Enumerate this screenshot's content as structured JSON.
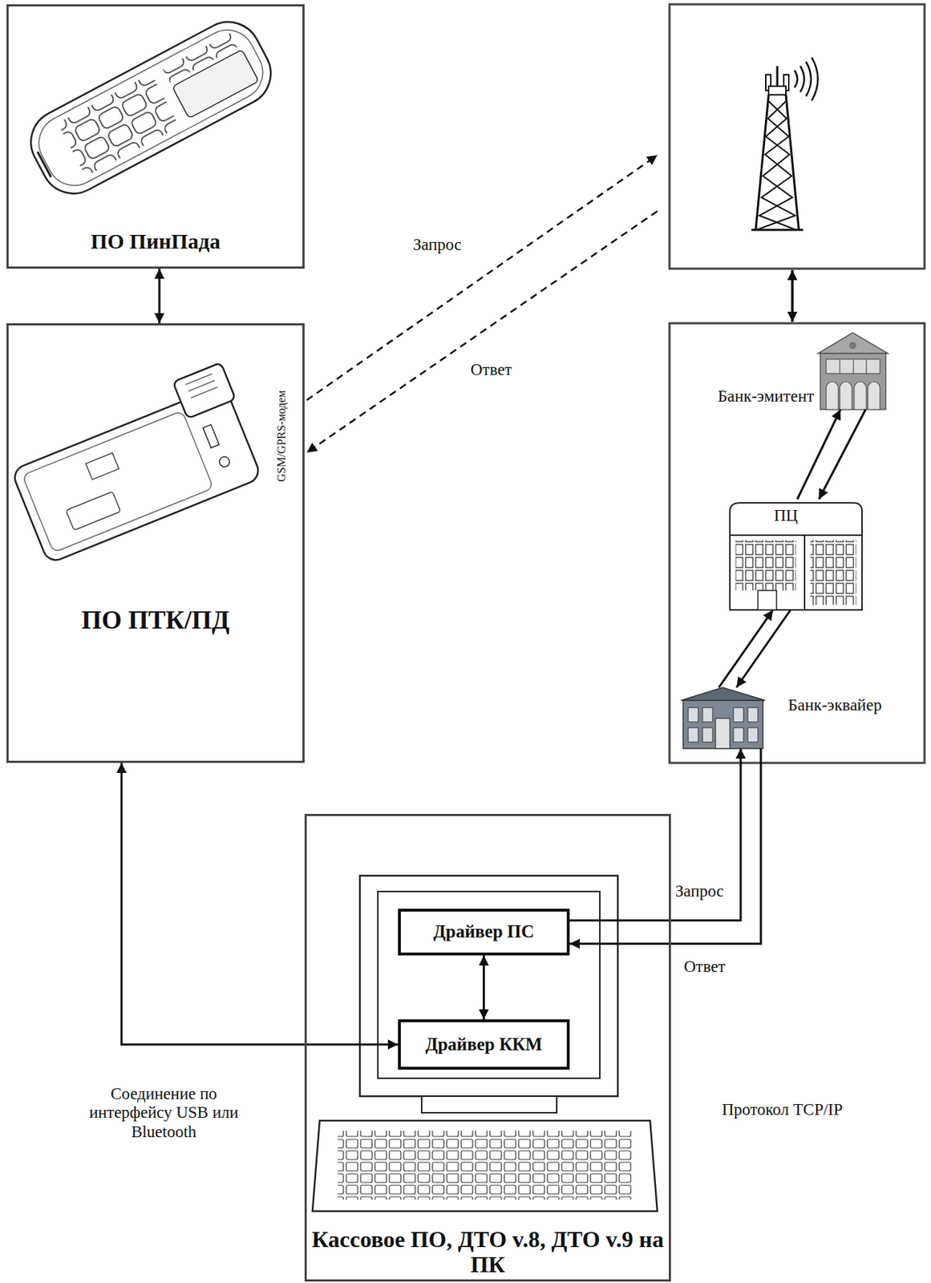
{
  "diagram": {
    "nodes": [
      {
        "text": [
          "ПО ПинПада"
        ]
      },
      {
        "text": [
          "GSM/GPRS-модем",
          "ПО ПТК/ПД"
        ]
      },
      {
        "text": [
          "Банк-эмитент"
        ]
      },
      {
        "text": [
          "ПЦ"
        ]
      },
      {
        "text": [
          "Банк-эквайер"
        ]
      },
      {
        "text": [
          "Кассовое ПО, ДТО v.8, ДТО v.9 на ПК"
        ]
      },
      {
        "text": [
          "Драйвер ПС"
        ],
        "in": 5
      },
      {
        "text": [
          "Драйвер ККМ"
        ],
        "in": 5
      }
    ],
    "edges": [
      {
        "from": 0,
        "to": 1,
        "arrow": "both"
      },
      {
        "from": 3,
        "to": 2,
        "arrow": "to"
      },
      {
        "from": 2,
        "to": 3,
        "arrow": "to"
      },
      {
        "from": 4,
        "to": 3,
        "arrow": "to"
      },
      {
        "from": 3,
        "to": 4,
        "arrow": "to"
      },
      {
        "from": 1,
        "to": 7,
        "arrow": "both",
        "label": "Соединение по интерфейсу USB или Bluetooth"
      },
      {
        "from": 6,
        "to": 7,
        "arrow": "both"
      },
      {
        "from": 6,
        "to": 4,
        "arrow": "to",
        "label": "Запрос"
      },
      {
        "from": 4,
        "to": 6,
        "arrow": "to",
        "label": "Ответ"
      }
    ],
    "labels": [
      "Запрос",
      "Ответ",
      "Протокол TCP/IP"
    ]
  }
}
